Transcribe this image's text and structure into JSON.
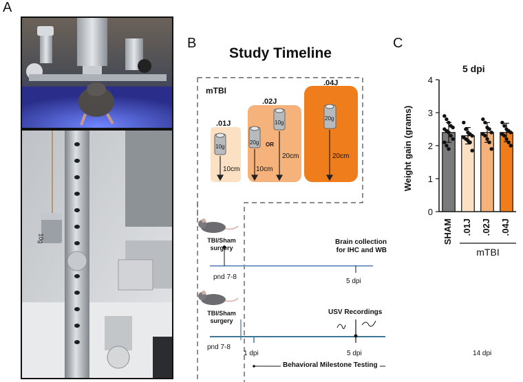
{
  "panels": {
    "a_label": "A",
    "b_label": "B",
    "c_label": "C"
  },
  "panel_a": {
    "weight_label": "10g"
  },
  "panel_b": {
    "title": "Study Timeline",
    "inset_label": "mTBI",
    "groups": [
      {
        "energy": ".01J",
        "weights": [
          "10g"
        ],
        "heights": [
          "10cm"
        ],
        "color": "#f8dcc0"
      },
      {
        "energy": ".02J",
        "weights": [
          "20g",
          "10g"
        ],
        "heights": [
          "10cm",
          "20cm"
        ],
        "or_label": "OR",
        "color": "#f5b27a"
      },
      {
        "energy": ".04J",
        "weights": [
          "20g"
        ],
        "heights": [
          "20cm"
        ],
        "color": "#f07d1c"
      }
    ],
    "timeline1": {
      "surgery_label_1": "TBI/Sham",
      "surgery_label_2": "surgery",
      "start": "pnd 7-8",
      "end": "5 dpi",
      "collection_1": "Brain collection",
      "collection_2": "for IHC and WB"
    },
    "timeline2": {
      "surgery_label_1": "TBI/Sham",
      "surgery_label_2": "surgery",
      "start": "pnd 7-8",
      "tick1": "1 dpi",
      "tick2": "5 dpi",
      "tick3": "14 dpi",
      "usv": "USV Recordings",
      "behavior": "Behavioral Milestone Testing"
    }
  },
  "chart_data": {
    "type": "bar",
    "title": "5 dpi",
    "ylabel": "Weight gain (grams)",
    "xlabel": "",
    "group_label": "mTBI",
    "categories": [
      "SHAM",
      ".01J",
      ".02J",
      ".04J"
    ],
    "values": [
      2.4,
      2.3,
      2.4,
      2.4
    ],
    "errors": [
      0.3,
      0.25,
      0.3,
      0.28
    ],
    "colors": [
      "#7a7a7a",
      "#fbe0c4",
      "#f5b27a",
      "#f07d1c"
    ],
    "ylim": [
      0,
      4
    ],
    "yticks": [
      0,
      1,
      2,
      3,
      4
    ],
    "points": [
      [
        2.9,
        2.8,
        2.7,
        2.6,
        2.55,
        2.5,
        2.45,
        2.4,
        2.3,
        2.2,
        2.1,
        2.0,
        1.9
      ],
      [
        2.7,
        2.5,
        2.4,
        2.35,
        2.3,
        2.25,
        2.2,
        2.15,
        2.1,
        1.85
      ],
      [
        2.8,
        2.7,
        2.55,
        2.5,
        2.4,
        2.35,
        2.3,
        2.2,
        2.1,
        1.9
      ],
      [
        2.7,
        2.6,
        2.5,
        2.45,
        2.4,
        2.35,
        2.3,
        2.2,
        2.1,
        2.0
      ]
    ]
  }
}
